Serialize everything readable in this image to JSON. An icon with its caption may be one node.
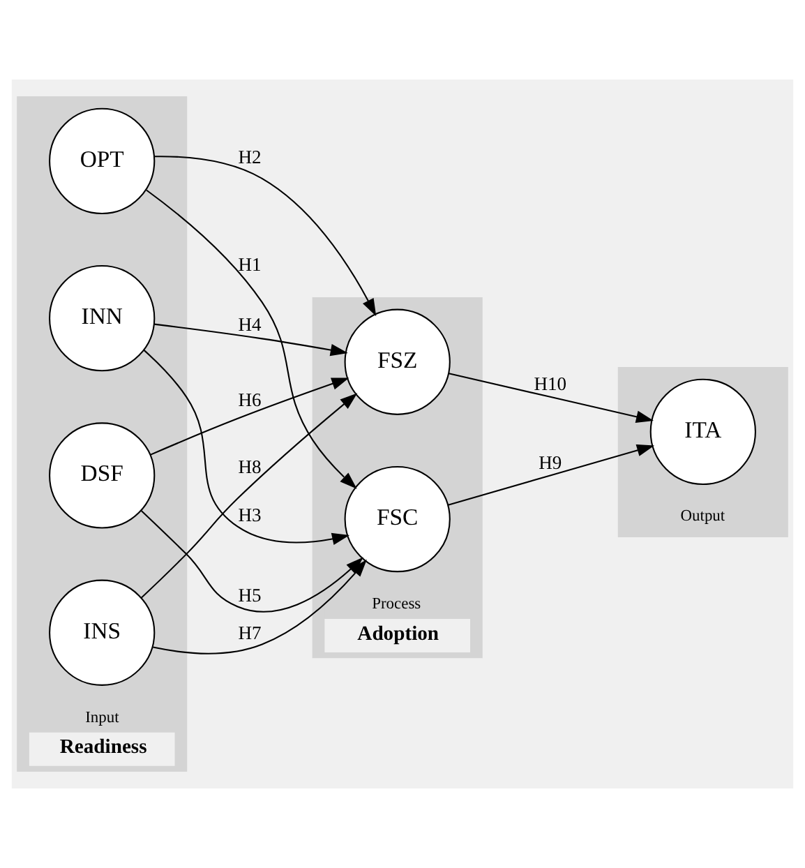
{
  "diagram": {
    "nodes": [
      {
        "text": [
          "Input"
        ],
        "beside": [
          "Readiness"
        ]
      },
      {
        "text": [
          "OPT"
        ],
        "in": 0
      },
      {
        "text": [
          "INN"
        ],
        "in": 0
      },
      {
        "text": [
          "DSF"
        ],
        "in": 0
      },
      {
        "text": [
          "INS"
        ],
        "in": 0
      },
      {
        "text": [
          "Process"
        ],
        "beside": [
          "Adoption"
        ]
      },
      {
        "text": [
          "FSC"
        ],
        "in": 5
      },
      {
        "text": [
          "FSZ"
        ],
        "in": 5
      },
      {
        "text": [
          "Output"
        ]
      },
      {
        "text": [
          "ITA"
        ],
        "in": 8
      }
    ],
    "edges": [
      {
        "from": 1,
        "to": 6,
        "arrow": "to",
        "label": "H1"
      },
      {
        "from": 1,
        "to": 7,
        "arrow": "to",
        "label": "H2"
      },
      {
        "from": 2,
        "to": 6,
        "arrow": "to",
        "label": "H3"
      },
      {
        "from": 2,
        "to": 7,
        "arrow": "to",
        "label": "H4"
      },
      {
        "from": 3,
        "to": 6,
        "arrow": "to",
        "label": "H5"
      },
      {
        "from": 3,
        "to": 7,
        "arrow": "to",
        "label": "H6"
      },
      {
        "from": 4,
        "to": 6,
        "arrow": "to",
        "label": "H7"
      },
      {
        "from": 4,
        "to": 7,
        "arrow": "to",
        "label": "H8"
      },
      {
        "from": 6,
        "to": 9,
        "arrow": "to",
        "label": "H9"
      },
      {
        "from": 7,
        "to": 9,
        "arrow": "to",
        "label": "H10"
      }
    ]
  }
}
